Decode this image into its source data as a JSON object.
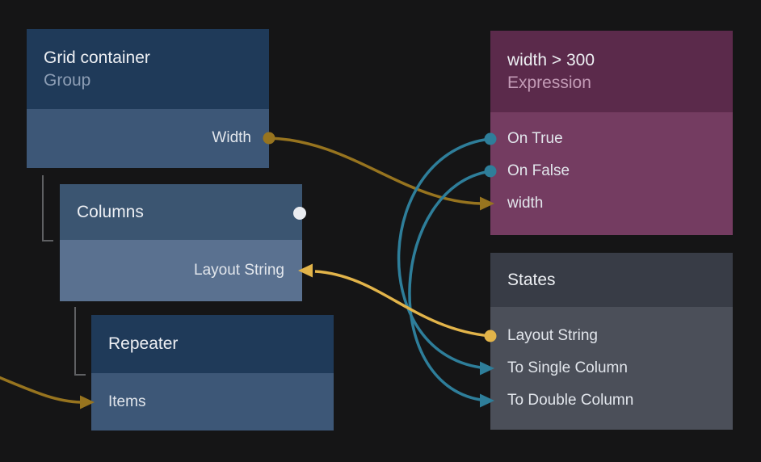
{
  "canvas": {
    "background": "#151516"
  },
  "colors": {
    "wire_gold": "#97741f",
    "wire_yellow": "#e2b44a",
    "wire_teal": "#2e7e9a",
    "selection_dot_white": "#eaecf0",
    "tree_line_gray": "#5f6063",
    "grid_header": "#1f3a59",
    "grid_body": "#3d5777",
    "columns_header": "#3b5571",
    "columns_body": "#5a7190",
    "expression_header": "#5b2a4b",
    "expression_body": "#743c61",
    "states_header": "#383c46",
    "states_body": "#4b4f59"
  },
  "nodes": [
    {
      "id": "grid-container",
      "title": "Grid container",
      "subtitle": "Group",
      "ports": [
        {
          "label": "Width",
          "side": "right",
          "marker": "gold-dot"
        }
      ]
    },
    {
      "id": "columns",
      "title": "Columns",
      "selected": true,
      "ports": [
        {
          "label": "Layout String",
          "side": "right",
          "marker": "yellow-arrow-in"
        }
      ]
    },
    {
      "id": "repeater",
      "title": "Repeater",
      "ports": [
        {
          "label": "Items",
          "side": "left",
          "marker": "gold-arrow-in"
        }
      ]
    },
    {
      "id": "expression",
      "title": "width > 300",
      "subtitle": "Expression",
      "ports": [
        {
          "label": "On True",
          "side": "left",
          "marker": "teal-dot"
        },
        {
          "label": "On False",
          "side": "left",
          "marker": "teal-dot"
        },
        {
          "label": "width",
          "side": "left",
          "marker": "gold-arrow-in"
        }
      ]
    },
    {
      "id": "states",
      "title": "States",
      "ports": [
        {
          "label": "Layout String",
          "side": "left",
          "marker": "yellow-dot"
        },
        {
          "label": "To Single Column",
          "side": "left",
          "marker": "teal-arrow-in"
        },
        {
          "label": "To Double Column",
          "side": "left",
          "marker": "teal-arrow-in"
        }
      ]
    }
  ],
  "edges": [
    {
      "from": "Grid container / Width",
      "to": "width > 300 / width",
      "color": "gold"
    },
    {
      "from": "width > 300 / On True",
      "to": "States / To Single Column",
      "color": "teal"
    },
    {
      "from": "width > 300 / On False",
      "to": "States / To Double Column",
      "color": "teal"
    },
    {
      "from": "States / Layout String",
      "to": "Columns / Layout String",
      "color": "yellow"
    },
    {
      "from": "offscreen-left",
      "to": "Repeater / Items",
      "color": "gold"
    }
  ],
  "tree_links": [
    {
      "parent": "Grid container",
      "child": "Columns"
    },
    {
      "parent": "Columns",
      "child": "Repeater"
    }
  ]
}
